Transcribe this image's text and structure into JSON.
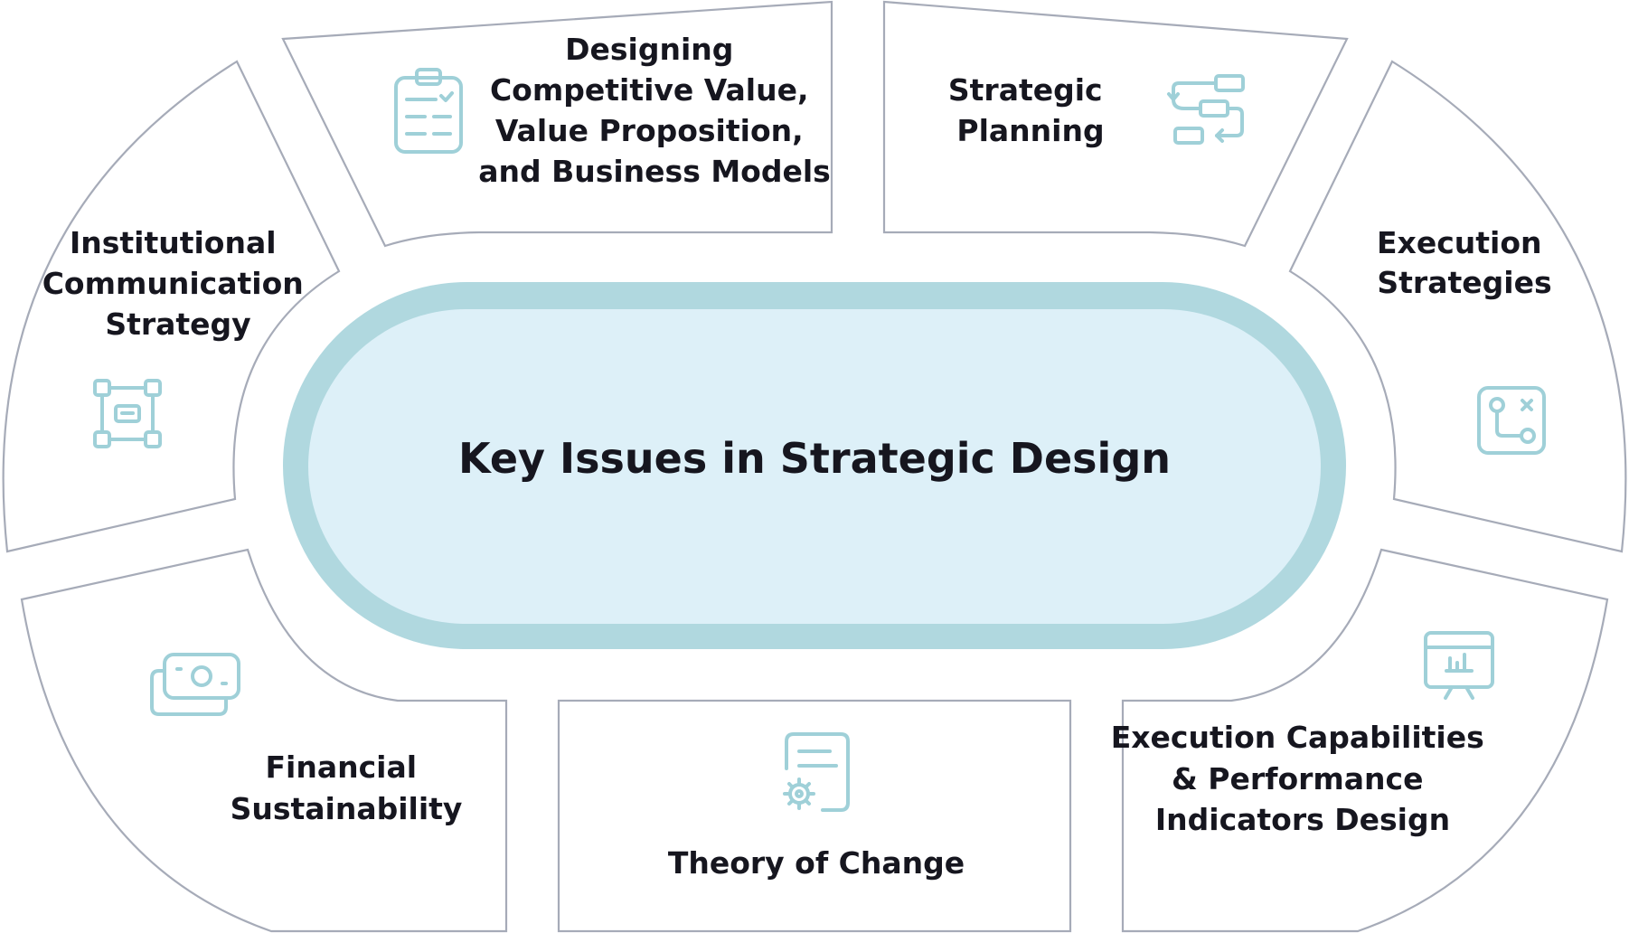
{
  "title": "Key Issues in Strategic Design",
  "segments": [
    {
      "icon": "clipboard-checklist-icon",
      "lines": [
        "Designing",
        "Competitive Value,",
        "Value Proposition,",
        "and Business Models"
      ]
    },
    {
      "icon": "planning-flow-icon",
      "lines": [
        "Strategic",
        "Planning"
      ]
    },
    {
      "icon": "route-path-icon",
      "lines": [
        "Execution",
        "Strategies"
      ]
    },
    {
      "icon": "presentation-chart-icon",
      "lines": [
        "Execution Capabilities",
        "& Performance",
        "Indicators Design"
      ]
    },
    {
      "icon": "document-gear-icon",
      "lines": [
        "Theory of Change"
      ]
    },
    {
      "icon": "money-bills-icon",
      "lines": [
        "Financial",
        "Sustainability"
      ]
    },
    {
      "icon": "network-nodes-icon",
      "lines": [
        "Institutional",
        "Communication",
        "Strategy"
      ]
    }
  ],
  "colors": {
    "icon": "#9fd0d8",
    "center_fill": "#ddf0f8",
    "center_ring": "#b0d8df",
    "segment_stroke": "#a6abb8",
    "text": "#16161f"
  }
}
